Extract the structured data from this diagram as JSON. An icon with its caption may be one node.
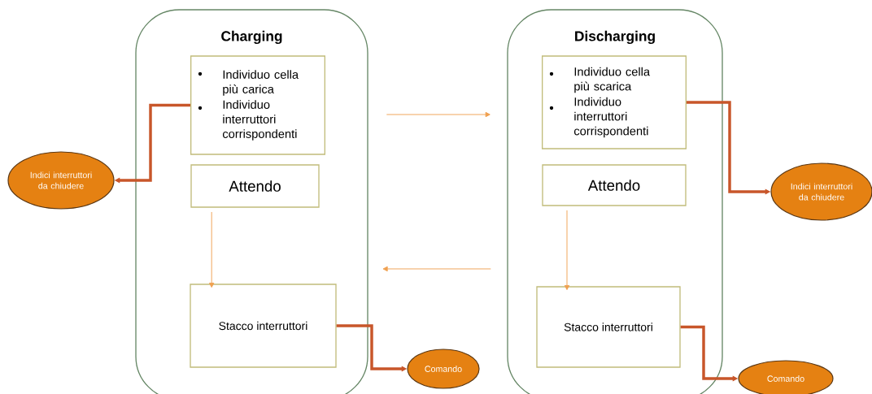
{
  "diagram": {
    "nodes": [
      {
        "text": [
          "Charging"
        ]
      },
      {
        "text": [
          "Individuo cella più carica",
          "Individuo interruttori corrispondenti"
        ],
        "in": 0
      },
      {
        "text": [
          "Attendo"
        ],
        "in": 0
      },
      {
        "text": [
          "Stacco interruttori"
        ],
        "in": 0
      },
      {
        "text": [
          "Discharging"
        ]
      },
      {
        "text": [
          "Individuo cella più scarica",
          "Individuo interruttori corrispondenti"
        ],
        "in": 4
      },
      {
        "text": [
          "Attendo"
        ],
        "in": 4
      },
      {
        "text": [
          "Stacco interruttori"
        ],
        "in": 4
      },
      {
        "text": [
          "Indici interruttori da chiudere"
        ]
      },
      {
        "text": [
          "Indici interruttori da chiudere"
        ]
      },
      {
        "text": [
          "Comando"
        ]
      },
      {
        "text": [
          "Comando"
        ]
      }
    ],
    "edges": [
      {
        "from": 0,
        "to": 4,
        "arrow": "to",
        "color": "#f0a050"
      },
      {
        "from": 4,
        "to": 0,
        "arrow": "to",
        "color": "#f0a050"
      },
      {
        "from": 2,
        "to": 3,
        "arrow": "to",
        "color": "#f0a050"
      },
      {
        "from": 6,
        "to": 7,
        "arrow": "to",
        "color": "#f0a050"
      },
      {
        "from": 1,
        "to": 8,
        "arrow": "to",
        "style": "thick",
        "color": "#c8562a"
      },
      {
        "from": 5,
        "to": 9,
        "arrow": "to",
        "style": "thick",
        "color": "#c8562a"
      },
      {
        "from": 3,
        "to": 10,
        "arrow": "to",
        "style": "thick",
        "color": "#c8562a"
      },
      {
        "from": 7,
        "to": 11,
        "arrow": "to",
        "style": "thick",
        "color": "#c8562a"
      }
    ]
  }
}
